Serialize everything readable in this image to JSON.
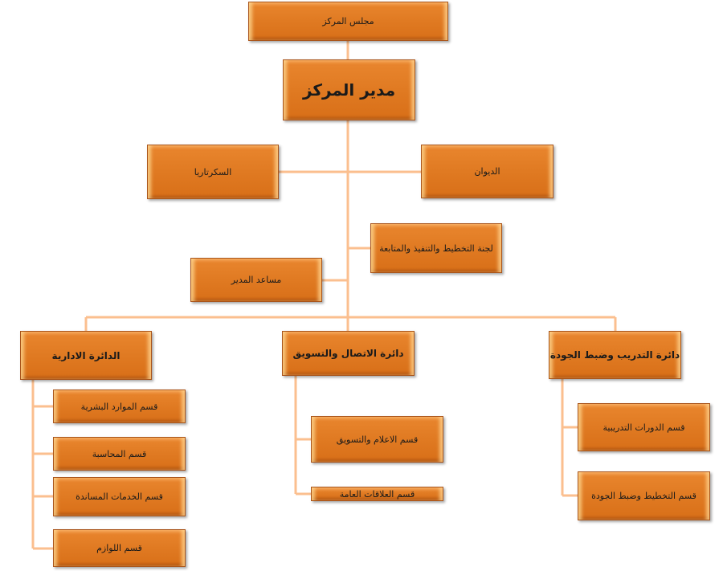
{
  "colors": {
    "box": "#e07a22",
    "connector": "#fbbf8f"
  },
  "council": "مجلس المركز",
  "director": "مدير المركز",
  "secretariat": "السكرتاريا",
  "diwan": "الديوان",
  "committee": "لجنة التخطيط والتنفيذ والمتابعة",
  "assistant": "مساعد المدير",
  "departments": {
    "admin": {
      "title": "الدائرة الادارية",
      "sections": [
        "قسم الموارد البشرية",
        "قسم المحاسبة",
        "قسم الخدمات المساندة",
        "قسم اللوازم"
      ]
    },
    "communication": {
      "title": "دائرة الاتصال والتسويق",
      "sections": [
        "قسم الاعلام والتسويق",
        "قسم العلاقات العامة"
      ]
    },
    "training": {
      "title": "دائرة التدريب وضبط الجودة",
      "sections": [
        "قسم الدورات التدريبية",
        "قسم التخطيط وضبط الجودة"
      ]
    }
  }
}
